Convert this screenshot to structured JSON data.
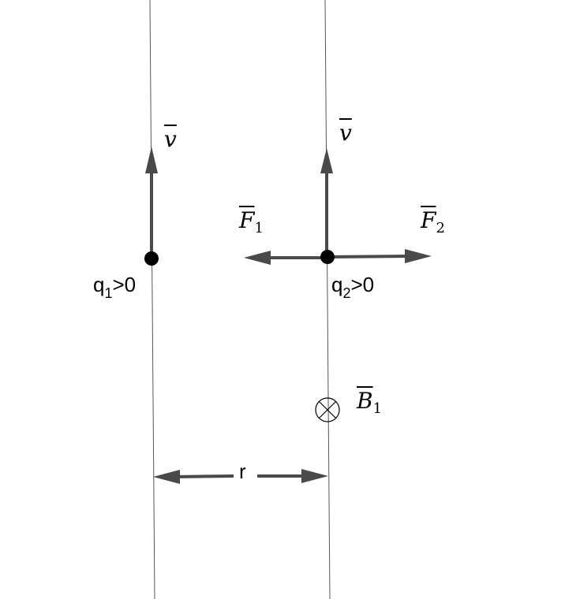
{
  "labels": {
    "v_left": "v",
    "v_right": "v",
    "F1_letter": "F",
    "F1_sub": "1",
    "F2_letter": "F",
    "F2_sub": "2",
    "B1_letter": "B",
    "B1_sub": "1",
    "q1_letter": "q",
    "q1_sub": "1",
    "q1_rest": ">0",
    "q2_letter": "q",
    "q2_sub": "2",
    "q2_rest": ">0",
    "distance": "r"
  },
  "colors": {
    "arrow": "#4a4a4a",
    "line": "#555555",
    "charge": "#000000"
  }
}
